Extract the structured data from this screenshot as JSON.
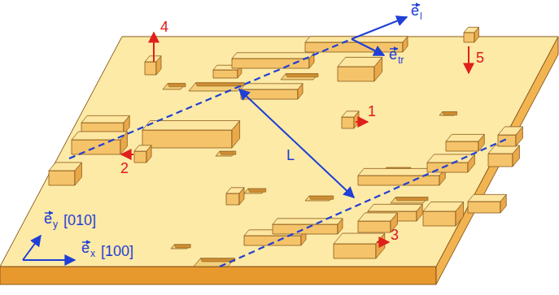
{
  "diagram": {
    "labels": [
      "4",
      "5",
      "1",
      "2",
      "3",
      "L",
      "e",
      "l",
      "e",
      "tr",
      "e",
      "y",
      "[010]",
      "e",
      "x",
      "[100]"
    ]
  }
}
